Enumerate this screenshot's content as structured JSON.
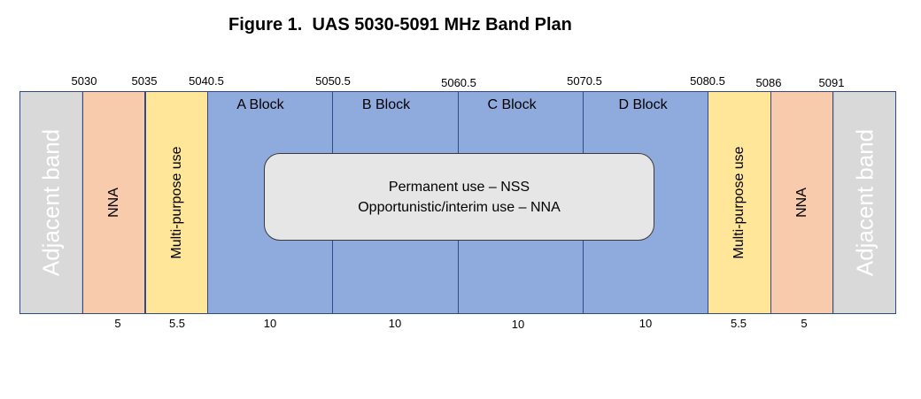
{
  "title": "Figure 1.  UAS 5030-5091 MHz Band Plan",
  "frequencies": [
    "5030",
    "5035",
    "5040.5",
    "5050.5",
    "5060.5",
    "5070.5",
    "5080.5",
    "5086",
    "5091"
  ],
  "segments": {
    "adjacent_left": "Adjacent band",
    "nna_left": "NNA",
    "mpu_left": "Multi-purpose use",
    "mpu_right": "Multi-purpose use",
    "nna_right": "NNA",
    "adjacent_right": "Adjacent band"
  },
  "blocks": [
    "A Block",
    "B Block",
    "C Block",
    "D Block"
  ],
  "callout": {
    "line1": "Permanent use – NSS",
    "line2": "Opportunistic/interim use – NNA"
  },
  "widths": [
    "5",
    "5.5",
    "10",
    "10",
    "10",
    "10",
    "5.5",
    "5"
  ],
  "colors": {
    "adjacent": "#d9d9d9",
    "nna": "#f8cbad",
    "multi_purpose": "#ffe699",
    "blocks": "#8faadc",
    "callout": "#e6e6e6"
  }
}
